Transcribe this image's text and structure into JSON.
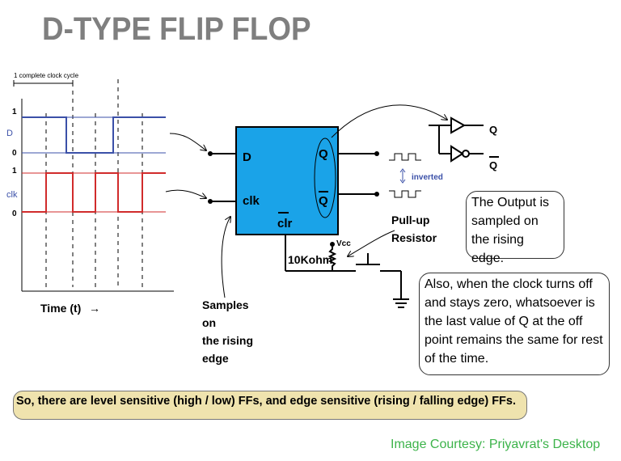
{
  "title": "D-TYPE FLIP FLOP",
  "timing": {
    "cycle_label": "1 complete clock cycle",
    "d_label": "D",
    "clk_label": "clk",
    "d_high": "1",
    "d_low": "0",
    "clk_high": "1",
    "clk_low": "0",
    "time_label": "Time (t)",
    "time_arrow": "→"
  },
  "flipflop": {
    "d": "D",
    "clk": "clk",
    "q": "Q",
    "qbar": "Q",
    "clr": "clr"
  },
  "labels": {
    "q_out": "Q",
    "qbar_out": "Q",
    "inverted": "inverted",
    "pullup_line1": "Pull-up",
    "pullup_line2": "Resistor",
    "vcc": "Vcc",
    "resistor": "10Kohm",
    "samples_line1": "Samples",
    "samples_line2": "on",
    "samples_line3": "the rising",
    "samples_line4": "edge"
  },
  "notes": {
    "output_sampled": "The Output is sampled on the rising edge.",
    "clock_off": "Also, when the clock turns off and stays zero, whatsoever is the last value of Q at the off point remains the same for rest of the time."
  },
  "banner": "So,  there are level sensitive (high / low) FFs, and edge sensitive (rising / falling edge) FFs.",
  "courtesy": "Image Courtesy: Priyavrat's Desktop",
  "colors": {
    "title": "#7f7f7f",
    "d_signal": "#3b50a8",
    "clk_signal": "#d12b2b",
    "ff_fill": "#1aa3e8",
    "axis_blue": "#3b50a8",
    "banner_bg": "#efe3ae",
    "courtesy": "#3cb34a"
  }
}
